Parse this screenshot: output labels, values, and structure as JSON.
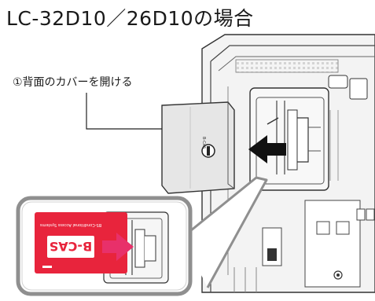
{
  "heading": "LC-32D10／26D10の場合",
  "callout": "①背面のカバーを開ける",
  "card": {
    "label": "B-CAS",
    "subtext": "BS-Conditional Access Systems"
  },
  "colors": {
    "card_red": "#e8243c",
    "arrow_pink": "#e8306a",
    "arrow_dark": "#111111",
    "zoom_box": "#8f8f8f",
    "tv_panel": "#eeeeee",
    "cover": "#e4e4e4"
  }
}
